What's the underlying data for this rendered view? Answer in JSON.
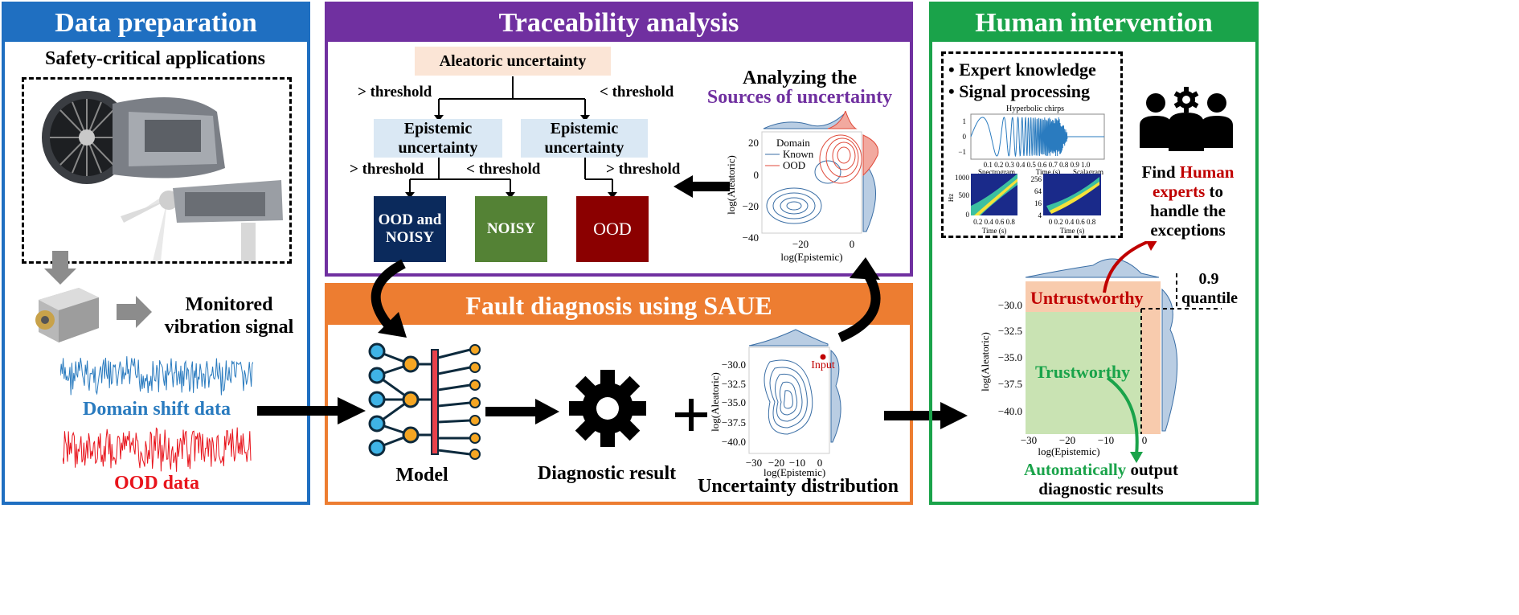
{
  "colors": {
    "data_prep": "#1f6fc1",
    "traceability": "#7030a0",
    "fault": "#ed7d31",
    "human": "#1aa34a",
    "known": "#3a6ea5",
    "ood": "#e04a3a",
    "ood_noisy": "#0b2a5c",
    "noisy": "#548235",
    "ood_box": "#8b0000",
    "aleatoric_box": "#fbe5d6",
    "epistemic_box": "#dae8f4",
    "trustworthy": "#c9e3b3",
    "untrustworthy": "#f8cbad"
  },
  "data_prep": {
    "title": "Data preparation",
    "subtitle": "Safety-critical applications",
    "monitored": "Monitored vibration signal",
    "domain_shift": "Domain shift data",
    "ood_data": "OOD data"
  },
  "traceability": {
    "title": "Traceability analysis",
    "aleatoric": "Aleatoric uncertainty",
    "gt_threshold": "> threshold",
    "lt_threshold": "< threshold",
    "epistemic": "Epistemic uncertainty",
    "ood_noisy": "OOD and NOISY",
    "noisy": "NOISY",
    "ood": "OOD",
    "analyzing": "Analyzing the",
    "sources": "Sources of uncertainty",
    "plot": {
      "xlabel": "log(Epistemic)",
      "ylabel": "log(Aleatoric)",
      "legend_title": "Domain",
      "legend_known": "Known",
      "legend_ood": "OOD",
      "yticks": [
        "20",
        "0",
        "−20",
        "−40"
      ],
      "xticks": [
        "−20",
        "0"
      ]
    }
  },
  "fault": {
    "title": "Fault diagnosis using SAUE",
    "model": "Model",
    "diag_result": "Diagnostic result",
    "uncertainty": "Uncertainty distribution",
    "plot": {
      "xlabel": "log(Epistemic)",
      "ylabel": "log(Aleatoric)",
      "input": "Input",
      "yticks": [
        "−30.0",
        "−32.5",
        "−35.0",
        "−37.5",
        "−40.0"
      ],
      "xticks": [
        "−30",
        "−20",
        "−10",
        "0"
      ]
    }
  },
  "human": {
    "title": "Human intervention",
    "bullet1": "Expert knowledge",
    "bullet2": "Signal processing",
    "chirp_title": "Hyperbolic chirps",
    "chirp_xticks": "0.1 0.2 0.3 0.4 0.5 0.6 0.7 0.8 0.9 1.0",
    "chirp_xlabel": "Time (s)",
    "chirp_yticks": [
      "1",
      "0",
      "−1"
    ],
    "spectrogram": "Spectrogram",
    "scalagram": "Scalagram",
    "spec_yticks": [
      "1000",
      "500",
      "0"
    ],
    "spec_ylabel": "Hz",
    "spec_xticks": "0.2 0.4 0.6 0.8",
    "scal_yticks": [
      "256",
      "64",
      "16",
      "4"
    ],
    "scal_xticks": "0 0.2 0.4 0.6 0.8",
    "time_label": "Time (s)",
    "find1": "Find ",
    "find_human": "Human",
    "find_experts": "experts",
    "find_to": " to",
    "handle": "handle the",
    "exceptions": "exceptions",
    "quantile_value": "0.9",
    "quantile": "quantile",
    "untrustworthy": "Untrustworthy",
    "trustworthy": "Trustworthy",
    "automatically": "Automatically",
    "output": " output",
    "diag_results": "diagnostic results",
    "plot": {
      "xlabel": "log(Epistemic)",
      "ylabel": "log(Aleatoric)",
      "yticks": [
        "−30.0",
        "−32.5",
        "−35.0",
        "−37.5",
        "−40.0"
      ],
      "xticks": [
        "−30",
        "−20",
        "−10",
        "0"
      ]
    }
  }
}
